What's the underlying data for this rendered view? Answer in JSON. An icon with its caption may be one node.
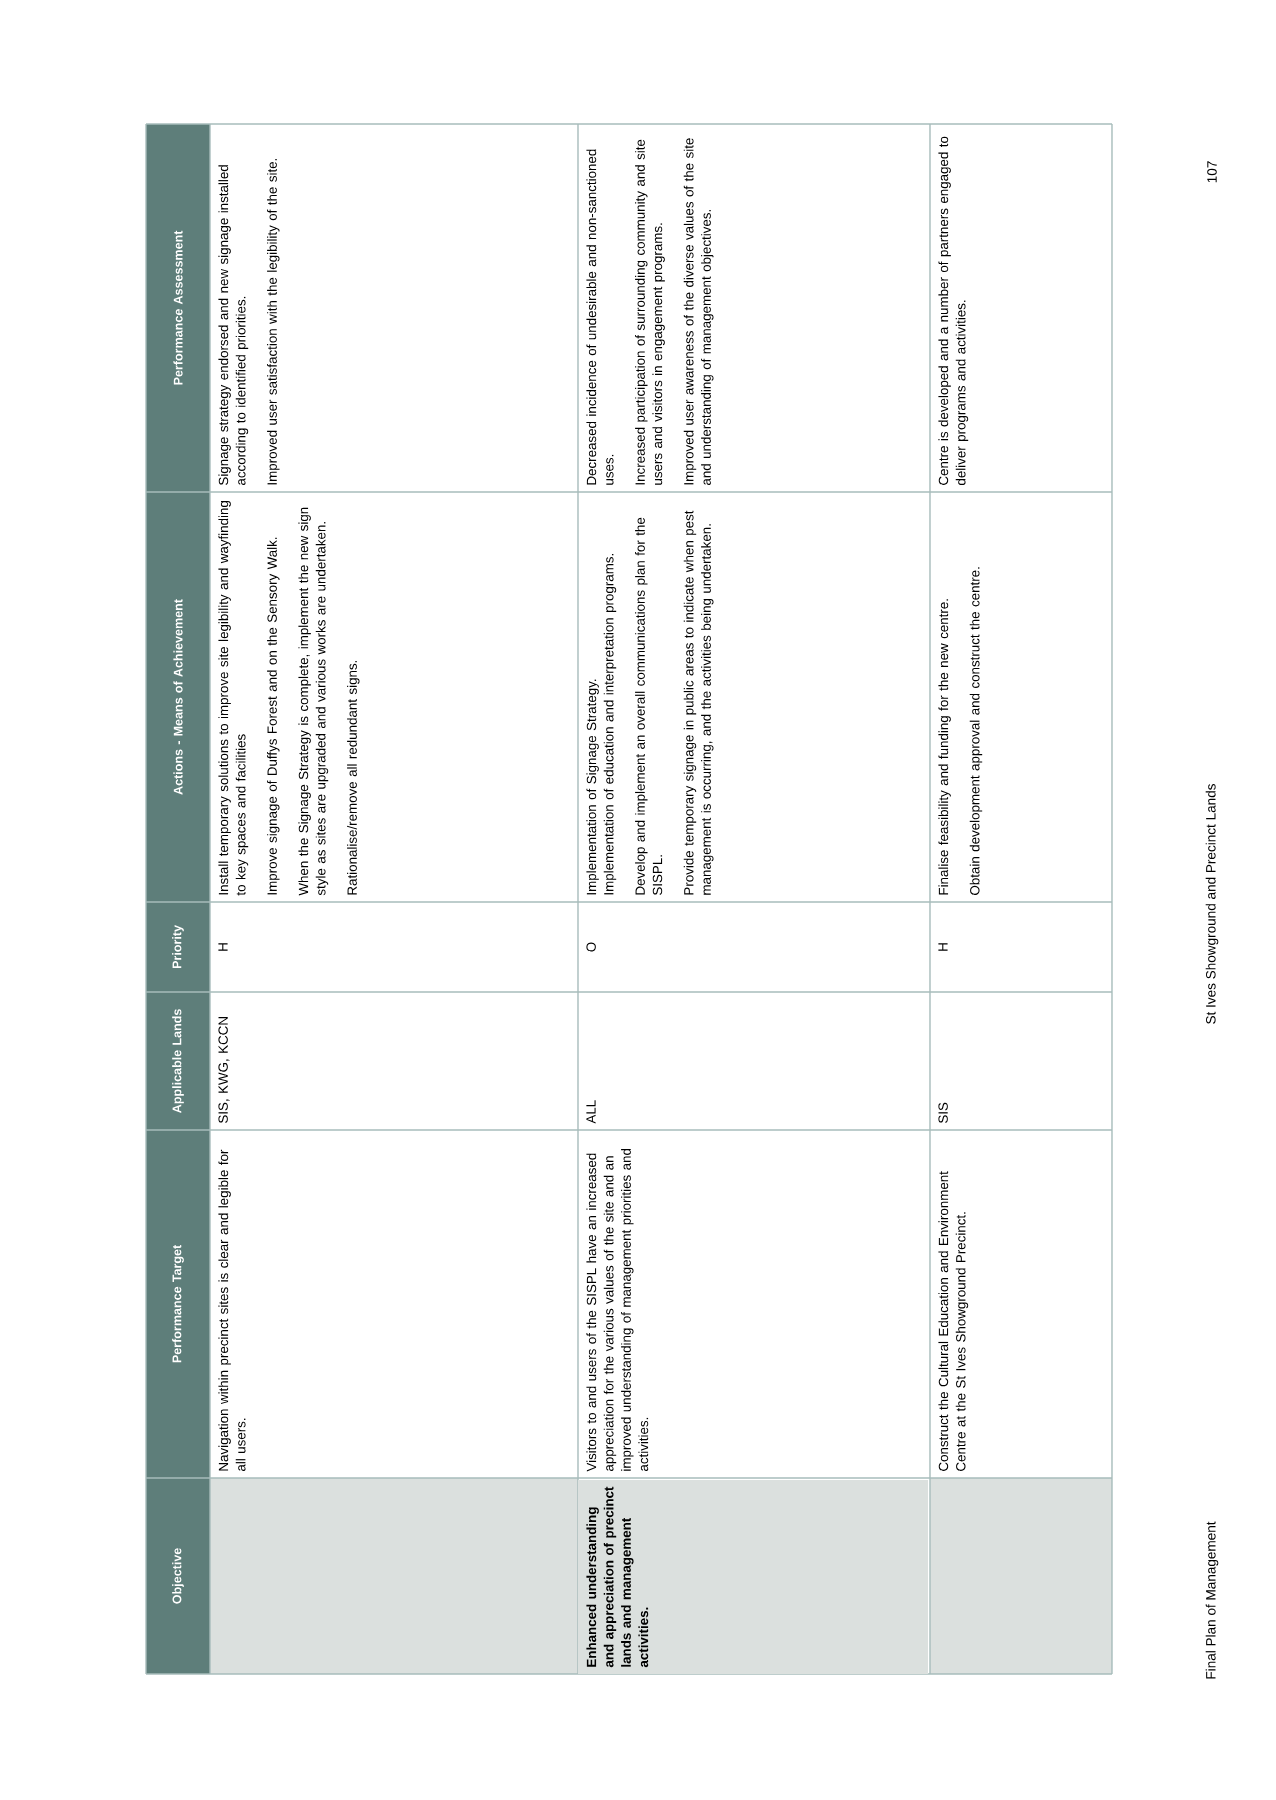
{
  "diagram": {
    "labels": [
      "Objective",
      "Performance Target",
      "Applicable Lands",
      "Priority",
      "Actions - Means of Achievement",
      "Performance Assessment",
      "Navigation within precinct sites is clear and legible for all users.",
      "SIS, KWG, KCCN",
      "H",
      "Install temporary solutions to improve site legibility and wayfinding to key spaces and facilities",
      "Improve signage of Duffys Forest and on the Sensory Walk.",
      "When the Signage Strategy is complete, implement the new sign style as sites are upgraded and various works are undertaken.",
      "Rationalise/remove all redundant signs.",
      "Signage strategy endorsed and new signage installed according to identified priorities.",
      "Improved user satisfaction with the legibility of the site.",
      "Enhanced understanding and appreciation of precinct lands and management activities.",
      "Visitors to and users of the SISPL have an increased appreciation for the various values of the site and an improved understanding of management priorities and activities.",
      "ALL",
      "O",
      "Implementation of Signage Strategy.",
      "Implementation of education and interpretation programs.",
      "Develop and implement an overall communications plan for the SISPL.",
      "Provide temporary signage in public areas to indicate when pest management is occurring, and the activities being undertaken.",
      "Decreased incidence of undesirable and non-sanctioned uses.",
      "Increased participation of surrounding community and site users and visitors in engagement programs.",
      "Improved user awareness of the diverse values of the site and understanding of management objectives.",
      "Construct the Cultural Education and Environment Centre at the St Ives Showground Precinct.",
      "SIS",
      "H",
      "Finalise feasibility and funding for the new centre.",
      "Obtain development approval and construct the centre.",
      "Centre is developed and a number of partners engaged to deliver programs and activities.",
      "Final Plan of Management",
      "St Ives Showground and Precinct Lands",
      "107"
    ]
  }
}
